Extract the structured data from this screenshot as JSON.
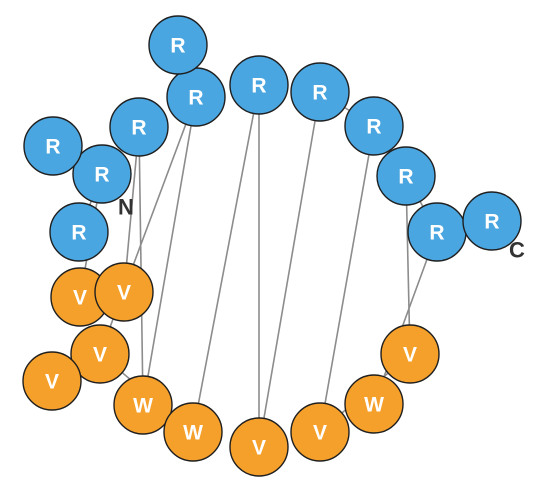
{
  "colors": {
    "polar": "#4aa6e0",
    "hydrophobic": "#f5a02a",
    "outline": "#1f1f1f",
    "connector": "#8c8c8c",
    "label_text": "#ffffff",
    "terminus_text": "#333333"
  },
  "n_terminus_label": "N",
  "c_terminus_label": "C",
  "residues": [
    {
      "letter": "R",
      "kind": "polar"
    },
    {
      "letter": "R",
      "kind": "polar"
    },
    {
      "letter": "V",
      "kind": "hydrophobic"
    },
    {
      "letter": "V",
      "kind": "hydrophobic"
    },
    {
      "letter": "R",
      "kind": "polar"
    },
    {
      "letter": "R",
      "kind": "polar"
    },
    {
      "letter": "W",
      "kind": "hydrophobic"
    },
    {
      "letter": "R",
      "kind": "polar"
    },
    {
      "letter": "V",
      "kind": "hydrophobic"
    },
    {
      "letter": "R",
      "kind": "polar"
    },
    {
      "letter": "W",
      "kind": "hydrophobic"
    },
    {
      "letter": "R",
      "kind": "polar"
    },
    {
      "letter": "V",
      "kind": "hydrophobic"
    },
    {
      "letter": "V",
      "kind": "hydrophobic"
    },
    {
      "letter": "R",
      "kind": "polar"
    },
    {
      "letter": "R",
      "kind": "polar"
    },
    {
      "letter": "V",
      "kind": "hydrophobic"
    },
    {
      "letter": "V",
      "kind": "hydrophobic"
    },
    {
      "letter": "R",
      "kind": "polar"
    },
    {
      "letter": "R",
      "kind": "polar"
    },
    {
      "letter": "W",
      "kind": "hydrophobic"
    },
    {
      "letter": "R",
      "kind": "polar"
    }
  ]
}
